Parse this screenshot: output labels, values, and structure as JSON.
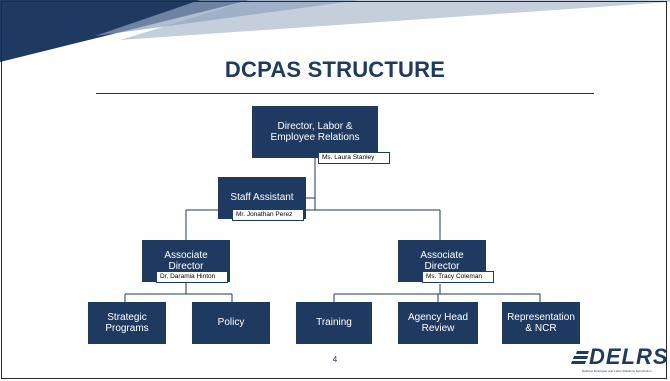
{
  "slide": {
    "title": "DCPAS STRUCTURE",
    "page_number": "4"
  },
  "colors": {
    "box_fill": "#1f3a60",
    "box_text": "#ffffff",
    "banner_dark": "#1f3a60",
    "banner_light": "#c5cfdc"
  },
  "org": {
    "director": {
      "title": "Director, Labor &\nEmployee Relations",
      "name": "Ms. Laura Stanley"
    },
    "staff_assistant": {
      "title": "Staff Assistant",
      "name": "Mr. Jonathan Perez"
    },
    "associate_left": {
      "title": "Associate\nDirector",
      "name": "Dr. Daramia Hinton"
    },
    "associate_right": {
      "title": "Associate\nDirector",
      "name": "Ms. Tracy Coleman"
    },
    "units": [
      {
        "label": "Strategic\nPrograms"
      },
      {
        "label": "Policy"
      },
      {
        "label": "Training"
      },
      {
        "label": "Agency Head\nReview"
      },
      {
        "label": "Representation\n& NCR"
      }
    ]
  },
  "logo": {
    "text": "DELRS",
    "tagline": "Defense Employee and Labor Relations Symposium",
    "icon": "speed-bars-icon"
  }
}
